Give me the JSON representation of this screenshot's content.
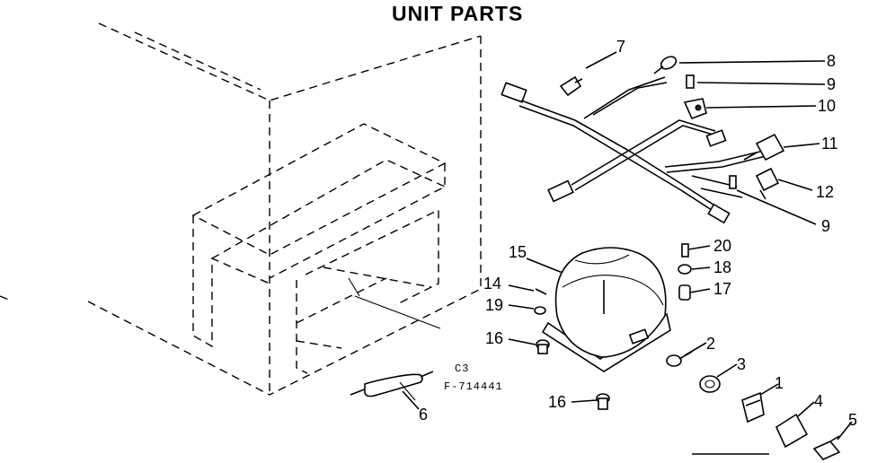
{
  "title": "UNIT PARTS",
  "drawing_code_1": "C3",
  "drawing_code_2": "F-714441",
  "callouts": [
    {
      "label": "1"
    },
    {
      "label": "2"
    },
    {
      "label": "3"
    },
    {
      "label": "4"
    },
    {
      "label": "5"
    },
    {
      "label": "6"
    },
    {
      "label": "7"
    },
    {
      "label": "8"
    },
    {
      "label": "9"
    },
    {
      "label": "10"
    },
    {
      "label": "11"
    },
    {
      "label": "12"
    },
    {
      "label": "9"
    },
    {
      "label": "14"
    },
    {
      "label": "15"
    },
    {
      "label": "16"
    },
    {
      "label": "16"
    },
    {
      "label": "17"
    },
    {
      "label": "18"
    },
    {
      "label": "19"
    },
    {
      "label": "20"
    }
  ]
}
